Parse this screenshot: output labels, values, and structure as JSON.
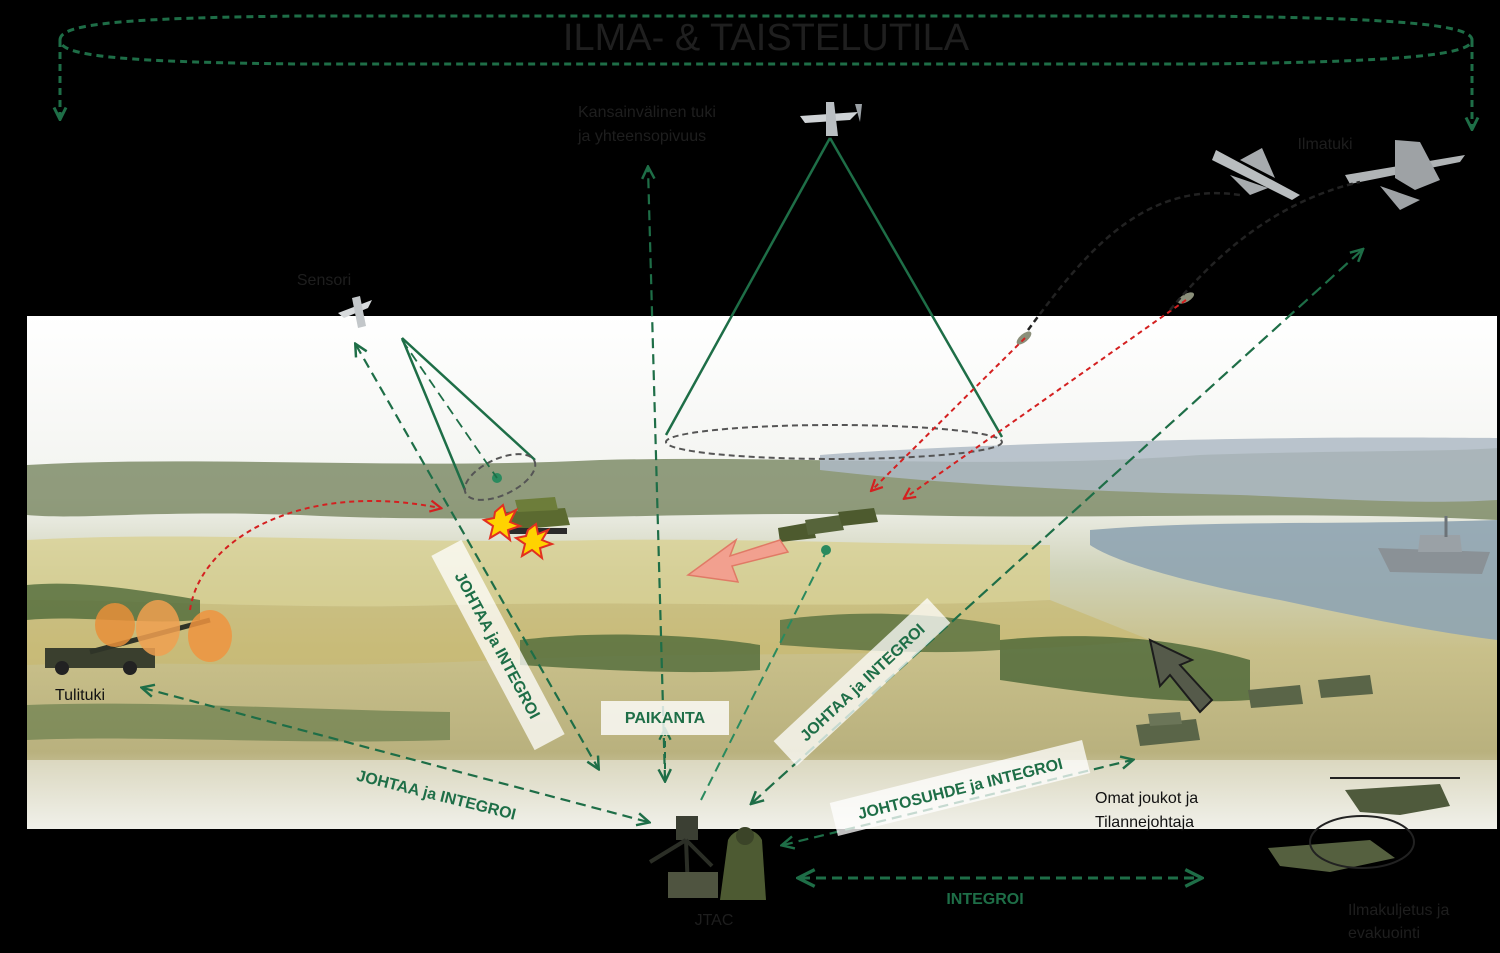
{
  "title": "ILMA- & TAISTELUTILA",
  "labels": {
    "international": [
      "Kansainvälinen tuki",
      "ja yhteensopivuus"
    ],
    "air_support": "Ilmatuki",
    "sensor": "Sensori",
    "fire_support": "Tulituki",
    "own_forces": [
      "Omat joukot ja",
      "Tilannejohtaja"
    ],
    "jtac": "JTAC",
    "airlift": [
      "Ilmakuljetus ja",
      "evakuointi"
    ]
  },
  "relations": {
    "lead_integrate": "JOHTAA ja INTEGROI",
    "locate": "PAIKANTA",
    "command_relation": "JOHTOSUHDE ja INTEGROI",
    "integrate": "INTEGROI"
  },
  "colors": {
    "green": "#1e6e47",
    "red": "#d42020",
    "bg": "#000000"
  }
}
